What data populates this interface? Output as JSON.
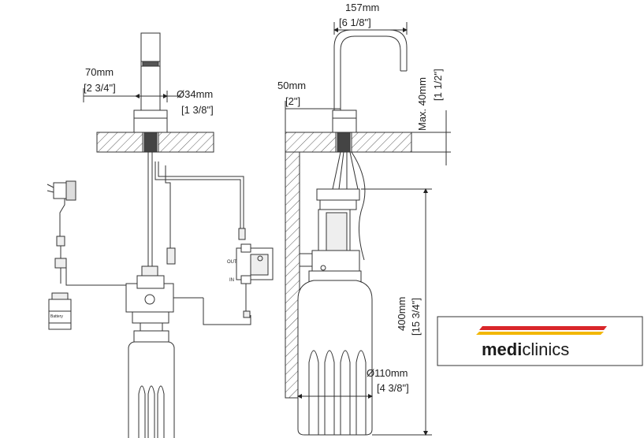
{
  "left_diagram": {
    "body_width_mm": "70mm",
    "body_width_in": "[2 3/4\"]",
    "hole_diameter_mm": "Ø34mm",
    "hole_diameter_in": "[1 3/8\"]",
    "mixer_out_label": "OUT",
    "mixer_in_label": "IN",
    "battery_label": "Battery"
  },
  "right_diagram": {
    "spout_reach_mm": "157mm",
    "spout_reach_in": "[6 1/8\"]",
    "offset_mm": "50mm",
    "offset_in": "[2\"]",
    "max_thickness": "Max. 40mm",
    "max_thickness_in": "[1 1/2\"]",
    "height_mm": "400mm",
    "height_in": "[15 3/4\"]",
    "bottle_diameter_mm": "Ø110mm",
    "bottle_diameter_in": "[4 3/8\"]"
  },
  "logo": {
    "brand_bold": "medi",
    "brand_regular": "clinics",
    "stripe_colors": [
      "#d9262a",
      "#f2b705"
    ]
  }
}
